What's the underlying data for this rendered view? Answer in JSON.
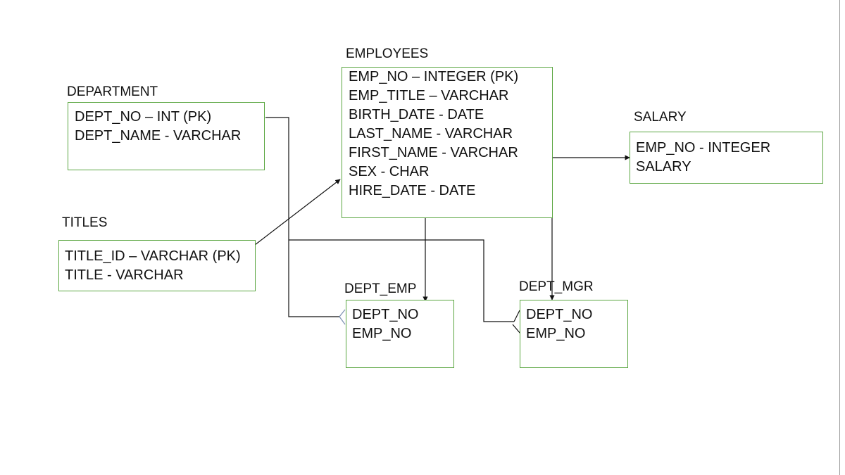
{
  "tables": [
    {
      "id": "employees",
      "name": "EMPLOYEES",
      "fields": [
        "EMP_NO – INTEGER (PK)",
        "EMP_TITLE – VARCHAR",
        "BIRTH_DATE - DATE",
        "LAST_NAME - VARCHAR",
        "FIRST_NAME - VARCHAR",
        "SEX - CHAR",
        "HIRE_DATE - DATE"
      ]
    },
    {
      "id": "department",
      "name": "DEPARTMENT",
      "fields": [
        "DEPT_NO – INT (PK)",
        "DEPT_NAME - VARCHAR"
      ]
    },
    {
      "id": "salary",
      "name": "SALARY",
      "fields": [
        "EMP_NO - INTEGER",
        "SALARY"
      ]
    },
    {
      "id": "titles",
      "name": "TITLES",
      "fields": [
        "TITLE_ID – VARCHAR (PK)",
        "TITLE - VARCHAR"
      ]
    },
    {
      "id": "dept_emp",
      "name": "DEPT_EMP",
      "fields": [
        "DEPT_NO",
        "EMP_NO"
      ]
    },
    {
      "id": "dept_mgr",
      "name": "DEPT_MGR",
      "fields": [
        "DEPT_NO",
        "EMP_NO"
      ]
    }
  ],
  "relationships": [
    {
      "from": "employees",
      "to": "salary"
    },
    {
      "from": "titles",
      "to": "employees"
    },
    {
      "from": "employees",
      "to": "dept_emp"
    },
    {
      "from": "employees",
      "to": "dept_mgr"
    },
    {
      "from": "department",
      "to": "dept_emp",
      "end": "crow-foot"
    },
    {
      "from": "department",
      "to": "dept_mgr",
      "end": "crow-foot"
    }
  ],
  "colors": {
    "box_border": "#5aa640",
    "line": "#111111",
    "crow_foot": "#7b8fb0"
  }
}
